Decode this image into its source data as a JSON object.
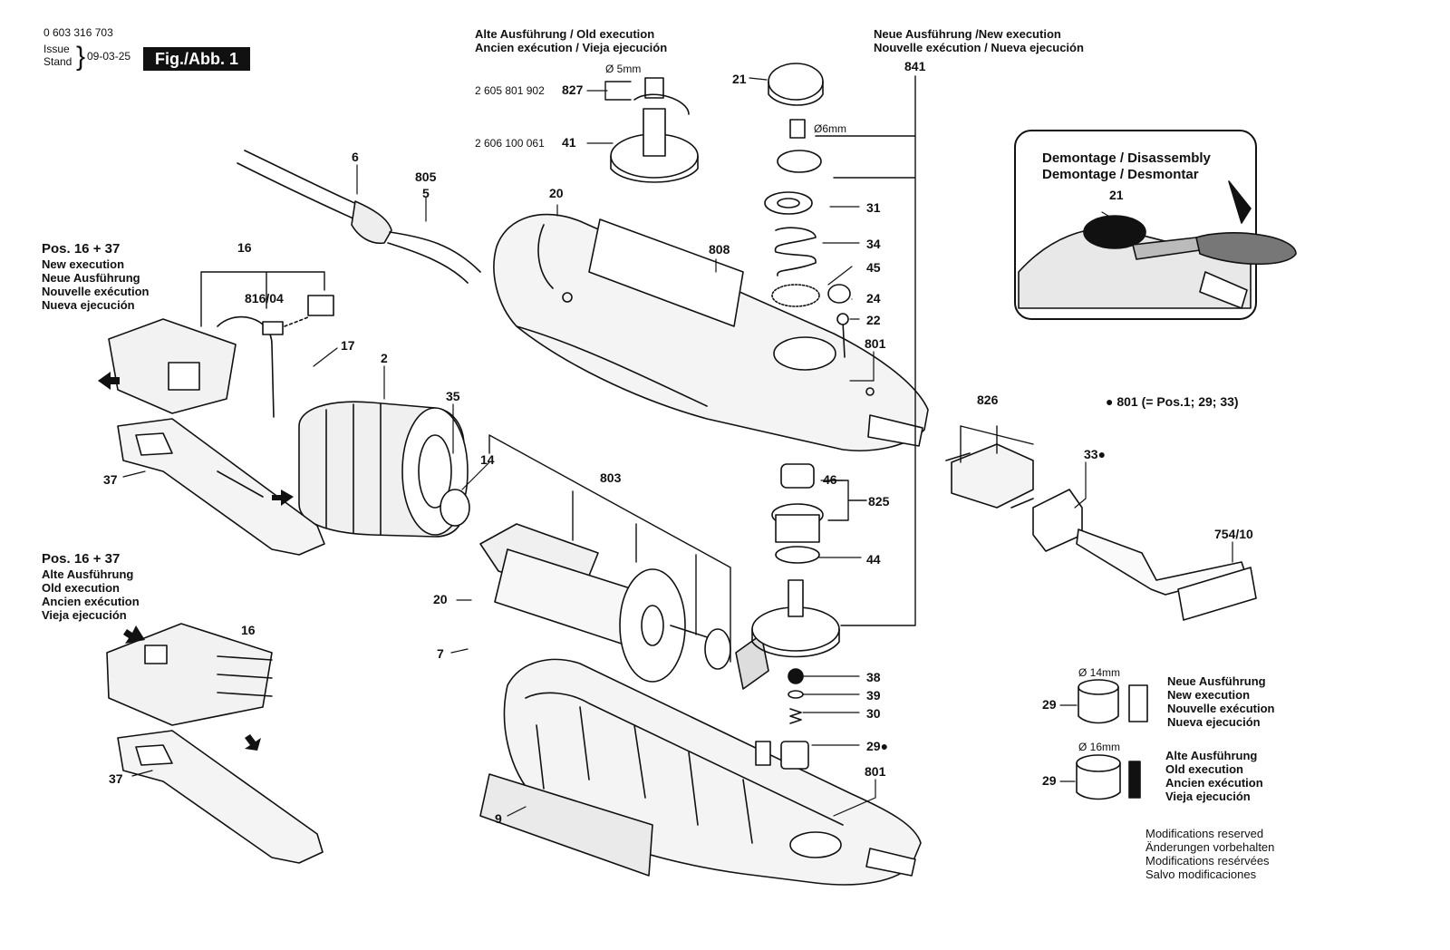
{
  "header": {
    "doc_number": "0 603 316 703",
    "issue_label": "Issue",
    "stand_label": "Stand",
    "issue_date": "09-03-25",
    "figure_label": "Fig./Abb. 1"
  },
  "old_execution_top": [
    "Alte Ausführung / Old execution",
    "Ancien exécution / Vieja ejecución"
  ],
  "new_execution_top": [
    "Neue Ausführung /New execution",
    "Nouvelle exécution / Nueva ejecución"
  ],
  "part_numbers": {
    "p827": "2 605 801 902",
    "p41": "2 606 100 061"
  },
  "dimensions": {
    "d5": "Ø 5mm",
    "d6": "Ø6mm",
    "d14": "Ø 14mm",
    "d16": "Ø 16mm"
  },
  "pos_new": [
    "Pos. 16 + 37",
    "New execution",
    "Neue Ausführung",
    "Nouvelle exécution",
    "Nueva ejecución"
  ],
  "pos_old": [
    "Pos. 16 + 37",
    "Alte Ausführung",
    "Old execution",
    "Ancien exécution",
    "Vieja ejecución"
  ],
  "disassembly": {
    "line1": "Demontage / Disassembly",
    "line2": "Demontage / Desmontar",
    "part": "21"
  },
  "note_801": "● 801 (= Pos.1; 29; 33)",
  "bearing_new": [
    "Neue Ausführung",
    "New execution",
    "Nouvelle exécution",
    "Nueva ejecución"
  ],
  "bearing_old": [
    "Alte Ausführung",
    "Old execution",
    "Ancien exécution",
    "Vieja ejecución"
  ],
  "footer": [
    "Modifications reserved",
    "Änderungen vorbehalten",
    "Modifications resérvées",
    "Salvo modificaciones"
  ],
  "labels": {
    "l827": "827",
    "l41": "41",
    "l21": "21",
    "l841": "841",
    "l6": "6",
    "l805": "805",
    "l5": "5",
    "l20a": "20",
    "l808": "808",
    "l31": "31",
    "l34": "34",
    "l45": "45",
    "l24": "24",
    "l22": "22",
    "l801a": "801",
    "l16a": "16",
    "l81604": "816/04",
    "l17": "17",
    "l2": "2",
    "l35": "35",
    "l14": "14",
    "l803": "803",
    "l37a": "37",
    "l826": "826",
    "l33": "33●",
    "l75410": "754/10",
    "l46": "46",
    "l825": "825",
    "l44": "44",
    "l20b": "20",
    "l7": "7",
    "l16b": "16",
    "l38": "38",
    "l39": "39",
    "l30": "30",
    "l29a": "29●",
    "l801b": "801",
    "l37b": "37",
    "l9": "9",
    "l29b": "29",
    "l29c": "29"
  }
}
